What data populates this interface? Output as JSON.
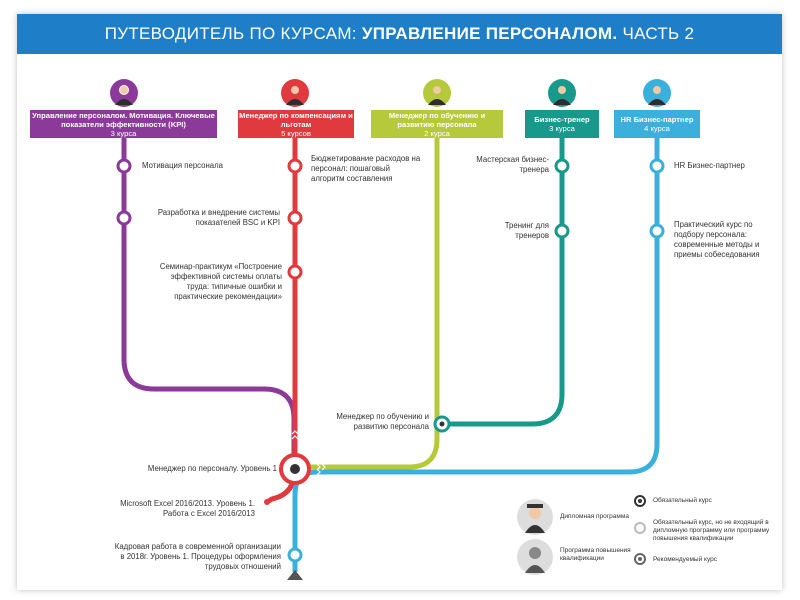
{
  "header": {
    "prefix": "ПУТЕВОДИТЕЛЬ ПО КУРСАМ:",
    "bold": "УПРАВЛЕНИЕ ПЕРСОНАЛОМ.",
    "suffix": "ЧАСТЬ 2"
  },
  "colors": {
    "header": "#1e7fc8",
    "purple": "#8b3a9a",
    "red": "#e03a3e",
    "lime": "#b5c93a",
    "teal": "#18998c",
    "sky": "#3bb0dc"
  },
  "tracks": [
    {
      "title": "Управление персоналом. Мотивация. Ключевые показатели эффективности (KPI)",
      "count": "3 курса",
      "color": "#8b3a9a"
    },
    {
      "title": "Менеджер по компенсациям и льготам",
      "count": "5 курсов",
      "color": "#e03a3e"
    },
    {
      "title": "Менеджер по обучению и развитию персонала",
      "count": "2 курса",
      "color": "#b5c93a"
    },
    {
      "title": "Бизнес-тренер",
      "count": "3 курса",
      "color": "#18998c"
    },
    {
      "title": "HR Бизнес-партнер",
      "count": "4 курса",
      "color": "#3bb0dc"
    }
  ],
  "courses": {
    "purple_1": "Мотивация персонала",
    "purple_2": "Разработка и внедрение системы показателей BSC и KPI",
    "purple_3": "Семинар-практикум «Построение эффективной системы оплаты труда: типичные ошибки и практические рекомендации»",
    "red_1": "Бюджетирование расходов на персонал: пошаговый алгоритм составления",
    "teal_1": "Мастерская бизнес-тренера",
    "teal_2": "Тренинг для тренеров",
    "sky_1": "HR Бизнес-партнер",
    "sky_2": "Практический курс по подбору персонала: современные методы и приемы собеседования",
    "lime_1": "Менеджер по обучению и развитию персонала",
    "hub": "Менеджер по персоналу. Уровень 1",
    "excel": "Microsoft Excel 2016/2013. Уровень 1. Работа с Excel 2016/2013",
    "hr_docs": "Кадровая работа в современной организации в 2018г. Уровень 1. Процедуры оформления трудовых отношений"
  },
  "legend": {
    "diploma": "Дипломная программа",
    "qualification": "Программа повышения квалификации",
    "mandatory": "Обязательный курс",
    "optional": "Обязательный курс, но не входящий в дипломную программу или программу повышения квалификации",
    "recommended": "Рекомендуемый курс"
  }
}
